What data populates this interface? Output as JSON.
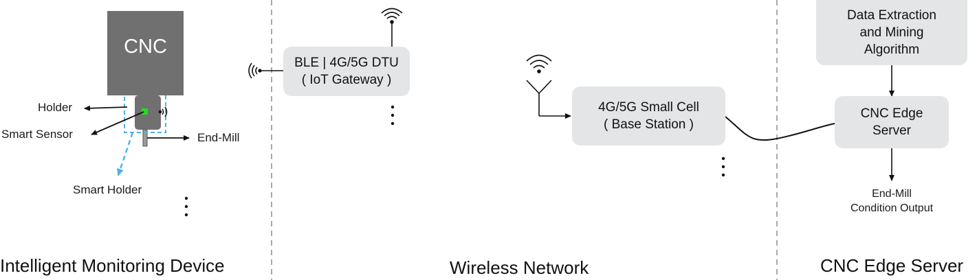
{
  "sections": {
    "device": "Intelligent Monitoring Device",
    "wireless": "Wireless Network",
    "edge": "CNC Edge Server"
  },
  "device": {
    "cnc": "CNC",
    "holder": "Holder",
    "smart_sensor": "Smart Sensor",
    "end_mill": "End-Mill",
    "smart_holder": "Smart Holder"
  },
  "gateway": {
    "line1": "BLE | 4G/5G DTU",
    "line2": "( IoT Gateway )"
  },
  "base_station": {
    "line1": "4G/5G Small Cell",
    "line2": "( Base Station )"
  },
  "edge": {
    "algorithm_line1": "Data Extraction",
    "algorithm_line2": "and Mining",
    "algorithm_line3": "Algorithm",
    "server_line1": "CNC Edge",
    "server_line2": "Server",
    "output_line1": "End-Mill",
    "output_line2": "Condition Output"
  },
  "colors": {
    "machine": "#707070",
    "box": "#e3e5e6",
    "highlight_dashed": "#4db3e6",
    "sensor": "#22dd22",
    "divider": "#a8a8a8"
  }
}
